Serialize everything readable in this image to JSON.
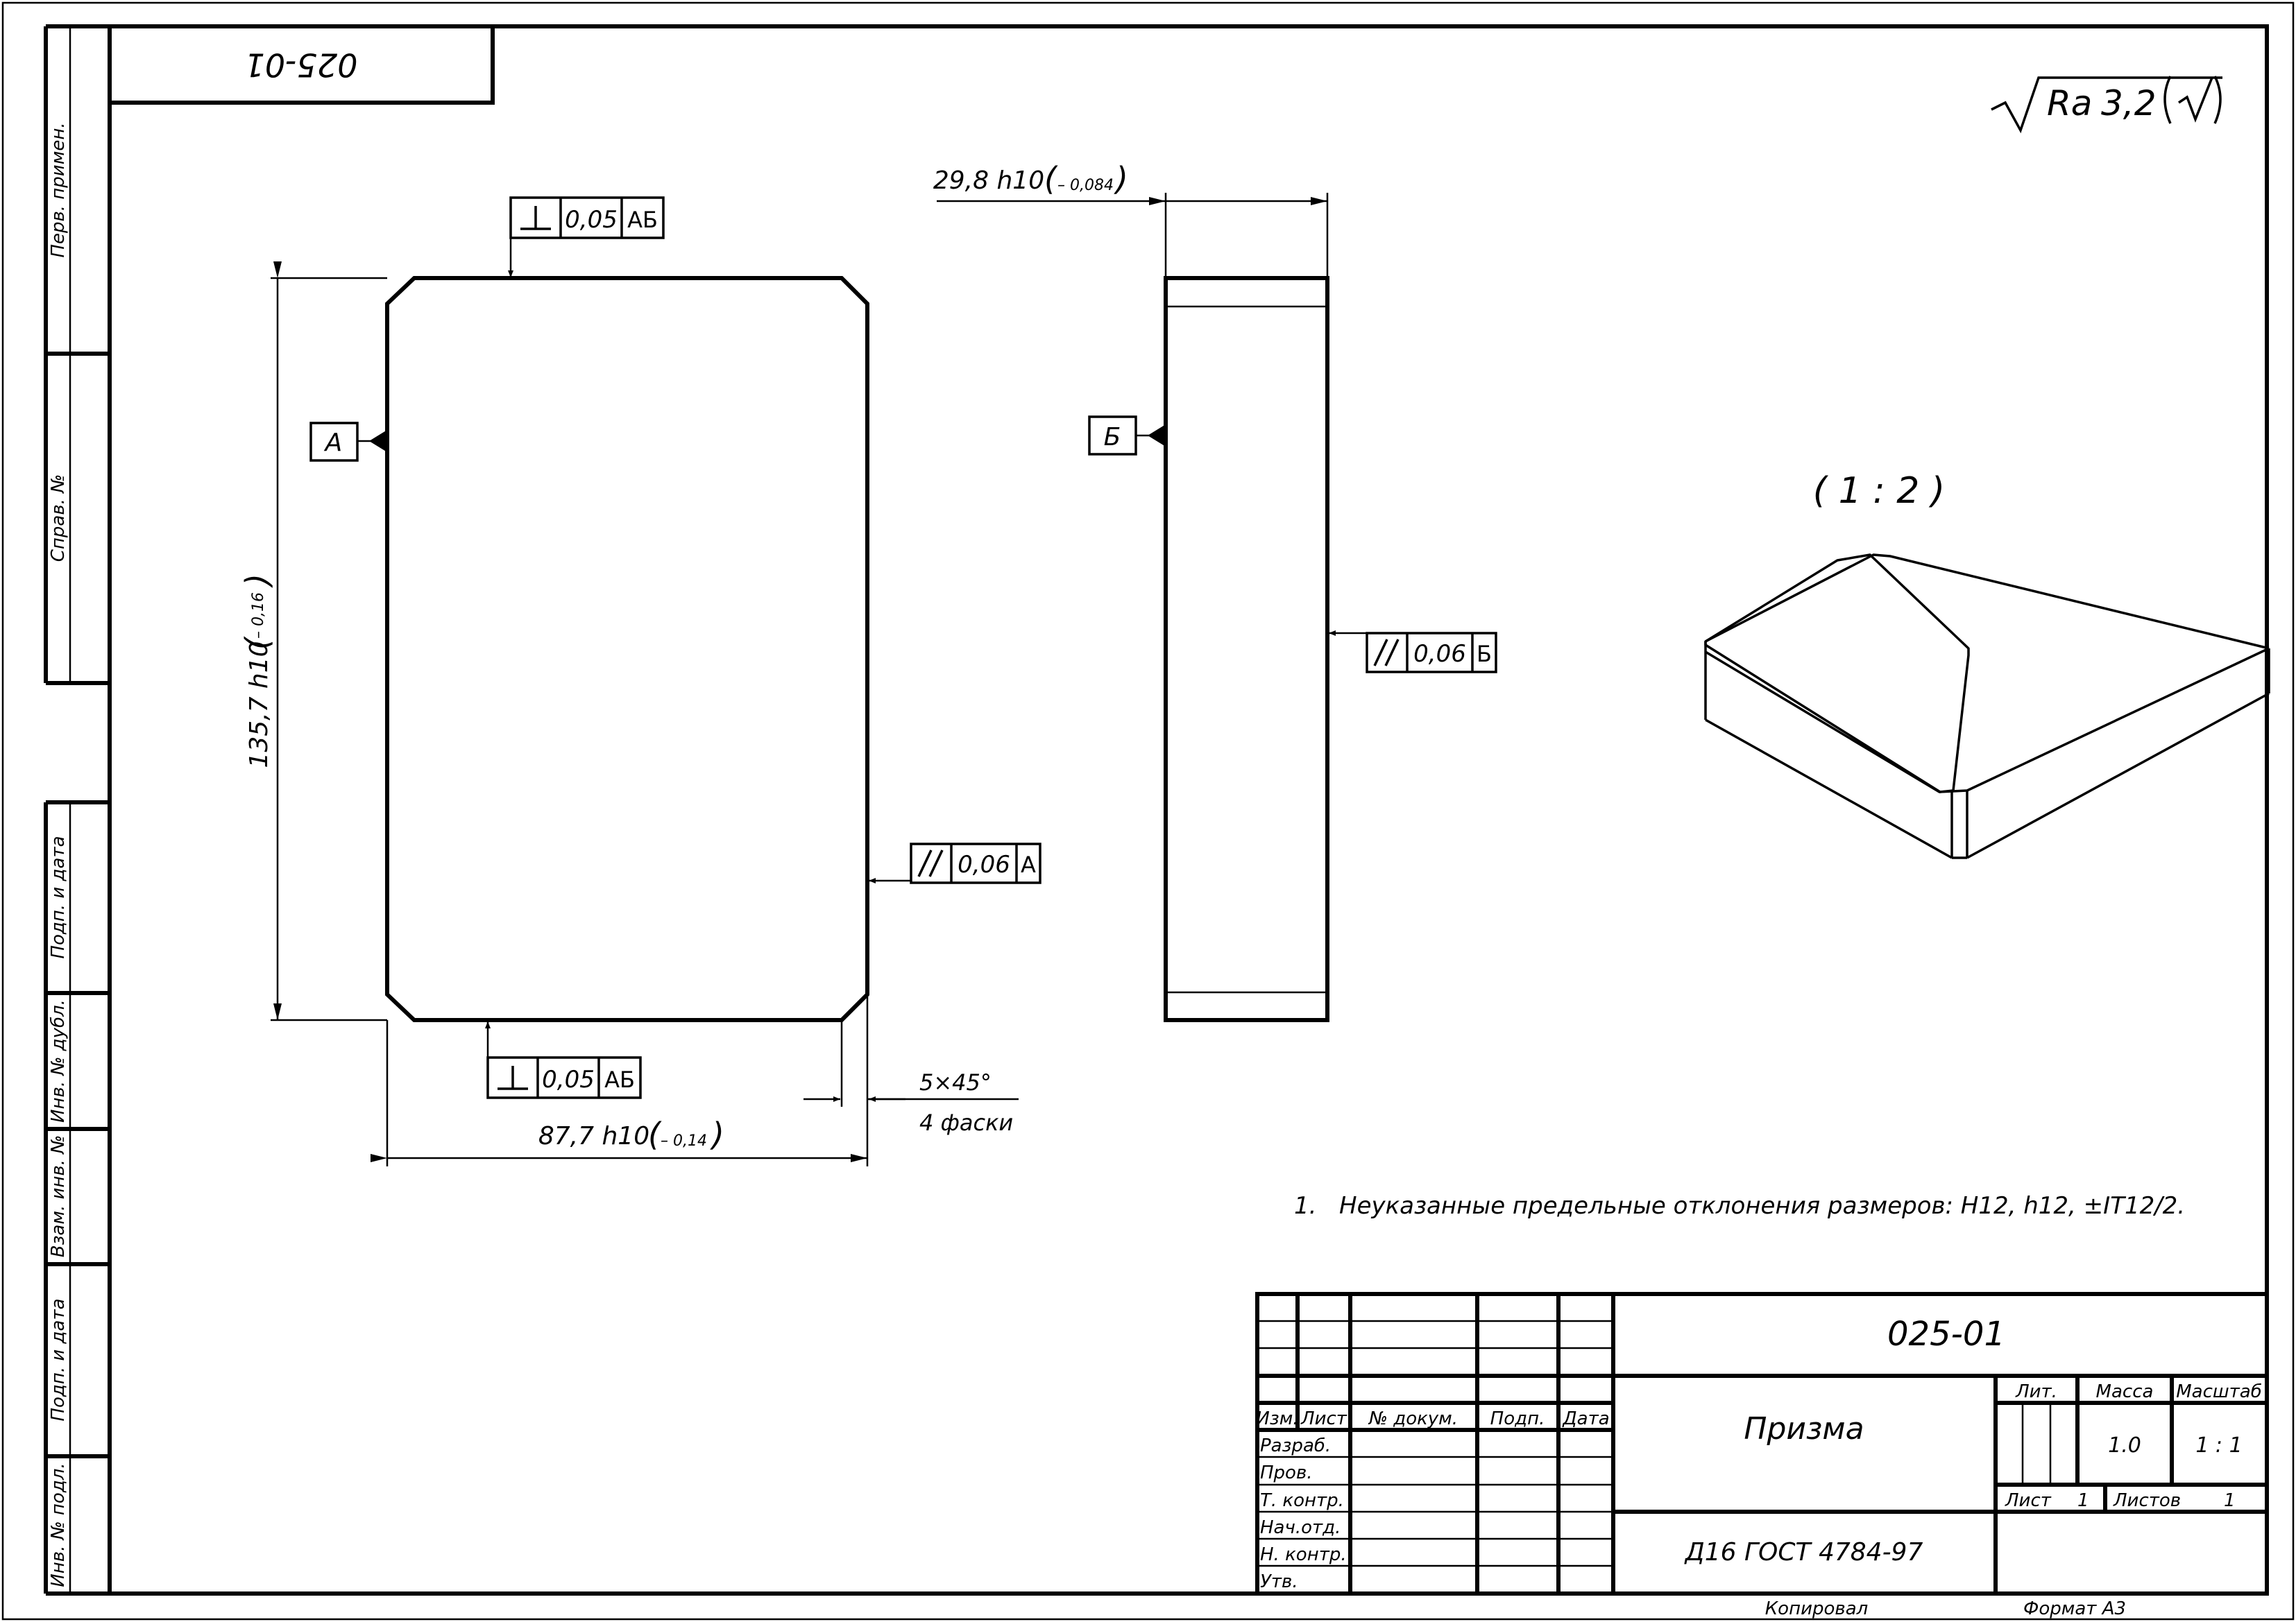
{
  "doc_code": "025-01",
  "roughness": {
    "prefix": "Ra",
    "value": "3,2"
  },
  "left_stamp": {
    "perv_primen": "Перв. примен.",
    "sprav_no": "Справ. №",
    "podp_data_1": "Подп. и дата",
    "inv_dubl": "Инв. № дубл.",
    "vzam_inv": "Взам. инв. №",
    "podp_data_2": "Подп. и дата",
    "inv_podl": "Инв. № подл."
  },
  "front_view": {
    "datum_a": "А",
    "height_dim": {
      "nominal": "135,7 h10",
      "tolerance": "– 0,16"
    },
    "width_dim": {
      "nominal": "87,7 h10",
      "tolerance": "– 0,14"
    },
    "perp_top": {
      "value": "0,05",
      "datum": "АБ"
    },
    "perp_bottom": {
      "value": "0,05",
      "datum": "АБ"
    },
    "parallel_right": {
      "value": "0,06",
      "datum": "А"
    },
    "chamfer": {
      "size": "5×45°",
      "count": "4 фаски"
    }
  },
  "side_view": {
    "datum_b": "Б",
    "thickness_dim": {
      "nominal": "29,8 h10",
      "tolerance": "– 0,084"
    },
    "parallel_right": {
      "value": "0,06",
      "datum": "Б"
    }
  },
  "iso_view": {
    "scale_label": "( 1 : 2 )"
  },
  "notes": [
    {
      "num": "1.",
      "text": "Неуказанные предельные отклонения размеров: H12, h12, ±IT12/2."
    }
  ],
  "title_block": {
    "designation": "025-01",
    "part_name": "Призма",
    "material": "Д16 ГОСТ 4784-97",
    "col_headers": {
      "izm": "Изм.",
      "list": "Лист",
      "no_dokum": "№ докум.",
      "podp": "Подп.",
      "data": "Дата"
    },
    "rows": [
      "Разраб.",
      "Пров.",
      "Т. контр.",
      "Нач.отд.",
      "Н. контр.",
      "Утв."
    ],
    "lit_label": "Лит.",
    "mass_label": "Масса",
    "scale_label": "Масштаб",
    "mass_value": "1.0",
    "scale_value": "1 : 1",
    "sheet_label": "Лист",
    "sheet_value": "1",
    "sheets_label": "Листов",
    "sheets_value": "1",
    "copied_label": "Копировал",
    "format_label": "Формат А3"
  },
  "colors": {
    "ink": "#000000",
    "paper": "#ffffff"
  }
}
